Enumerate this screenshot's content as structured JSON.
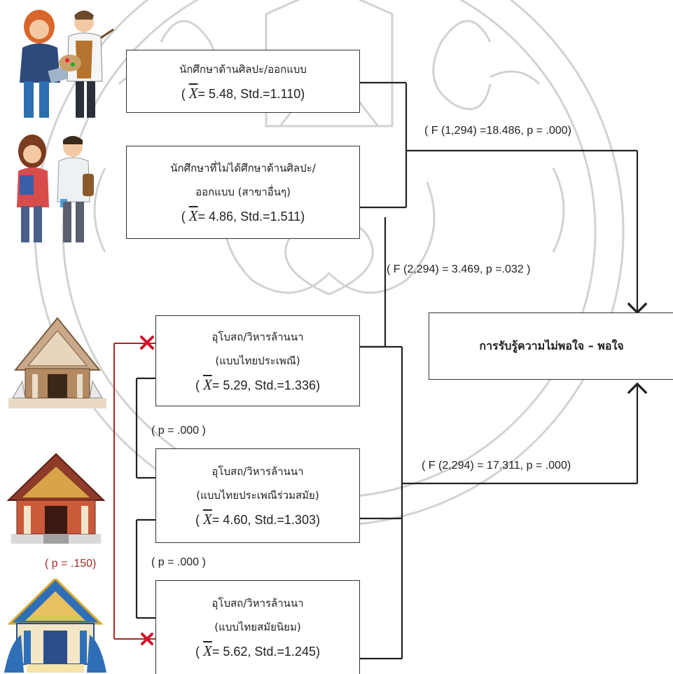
{
  "boxes": {
    "art_students": {
      "label": "นักศึกษาด้านศิลปะ/ออกแบบ",
      "stat_pre": "( ",
      "xbar": "X",
      "stat_post": "= 5.48, Std.=1.110)"
    },
    "non_art_students": {
      "label_line1": "นักศึกษาที่ไม่ได้ศึกษาด้านศิลปะ/",
      "label_line2": "ออกแบบ (สาขาอื่นๆ)",
      "stat_pre": "( ",
      "xbar": "X",
      "stat_post": "= 4.86, Std.=1.511)"
    },
    "traditional": {
      "label_line1": "อุโบสถ/วิหารล้านนา",
      "label_line2": "(แบบไทยประเพณี)",
      "stat_pre": "( ",
      "xbar": "X",
      "stat_post": "= 5.29, Std.=1.336)"
    },
    "contemporary": {
      "label_line1": "อุโบสถ/วิหารล้านนา",
      "label_line2": "(แบบไทยประเพณีร่วมสมัย)",
      "stat_pre": "( ",
      "xbar": "X",
      "stat_post": "= 4.60, Std.=1.303)"
    },
    "modern": {
      "label_line1": "อุโบสถ/วิหารล้านนา",
      "label_line2": "(แบบไทยสมัยนิยม)",
      "stat_pre": "( ",
      "xbar": "X",
      "stat_post": "= 5.62, Std.=1.245)"
    },
    "result": {
      "label": "การรับรู้ความไม่พอใจ – พอใจ"
    }
  },
  "labels": {
    "f_student": "( F (1,294) =18.486, p = .000)",
    "f_interaction": "( F (2,294) = 3.469, p =.032 )",
    "f_building": "( F (2,294) = 17.311, p = .000)",
    "p_trad_cont": "( p = .000 )",
    "p_cont_mod": "( p = .000 )",
    "p_trad_mod": "( p = .150)"
  },
  "colors": {
    "line": "#222222",
    "red_connector": "#a52a2a",
    "cross": "#d0112b",
    "watermark": "#b8b8b8"
  },
  "icons": [
    "art-students-illustration",
    "students-illustration",
    "lanna-traditional-temple-illustration",
    "lanna-contemporary-temple-illustration",
    "lanna-modern-temple-illustration",
    "university-seal-watermark"
  ]
}
